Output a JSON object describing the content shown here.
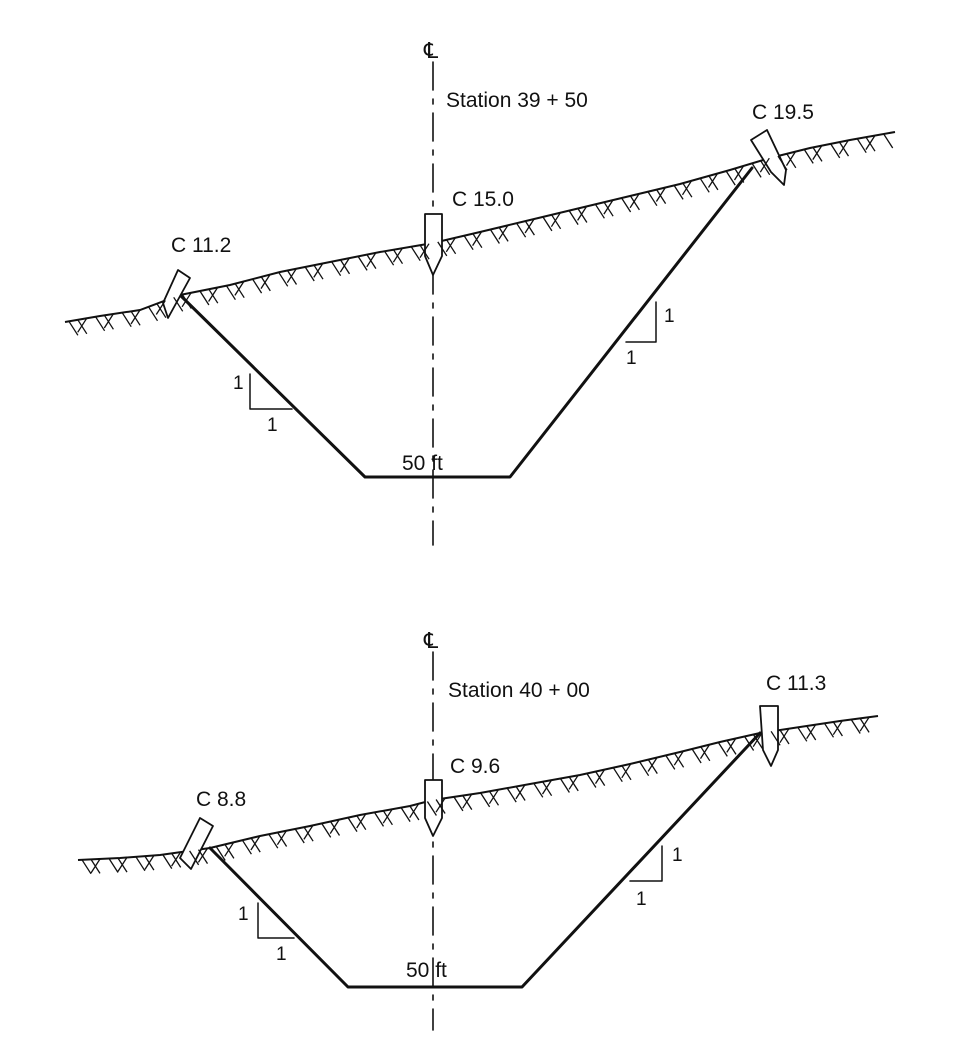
{
  "sections": [
    {
      "centerline_symbol": "℄",
      "station": "Station 39 + 50",
      "stakes": {
        "left": "C 11.2",
        "center": "C 15.0",
        "right": "C 19.5"
      },
      "bottom_width": "50 ft",
      "slope_left": {
        "rise": "1",
        "run": "1"
      },
      "slope_right": {
        "rise": "1",
        "run": "1"
      }
    },
    {
      "centerline_symbol": "℄",
      "station": "Station 40 + 00",
      "stakes": {
        "left": "C 8.8",
        "center": "C 9.6",
        "right": "C 11.3"
      },
      "bottom_width": "50 ft",
      "slope_left": {
        "rise": "1",
        "run": "1"
      },
      "slope_right": {
        "rise": "1",
        "run": "1"
      }
    }
  ]
}
